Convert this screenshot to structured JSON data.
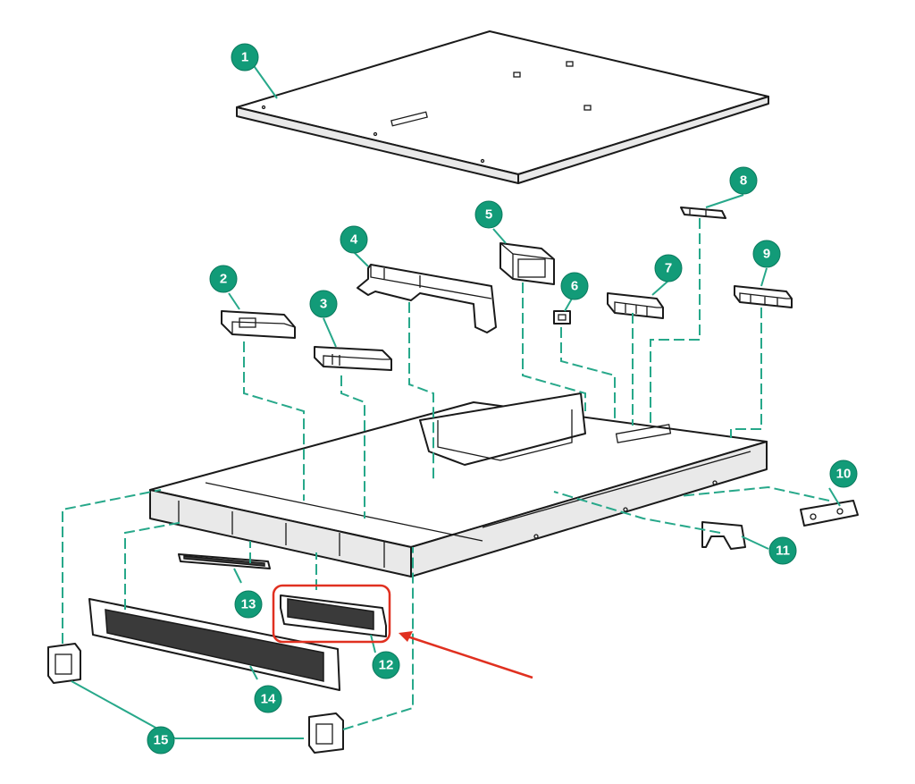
{
  "callouts": [
    {
      "id": "1",
      "label": "1"
    },
    {
      "id": "2",
      "label": "2"
    },
    {
      "id": "3",
      "label": "3"
    },
    {
      "id": "4",
      "label": "4"
    },
    {
      "id": "5",
      "label": "5"
    },
    {
      "id": "6",
      "label": "6"
    },
    {
      "id": "7",
      "label": "7"
    },
    {
      "id": "8",
      "label": "8"
    },
    {
      "id": "9",
      "label": "9"
    },
    {
      "id": "10",
      "label": "10"
    },
    {
      "id": "11",
      "label": "11"
    },
    {
      "id": "12",
      "label": "12"
    },
    {
      "id": "13",
      "label": "13"
    },
    {
      "id": "14",
      "label": "14"
    },
    {
      "id": "15",
      "label": "15"
    }
  ],
  "colors": {
    "callout": "#129b78",
    "leader_line": "#27a88a",
    "highlight_box": "#e03020",
    "pointer_arrow": "#e03020",
    "outline": "#1a1a1a"
  },
  "highlight": {
    "target_callout": "12"
  }
}
